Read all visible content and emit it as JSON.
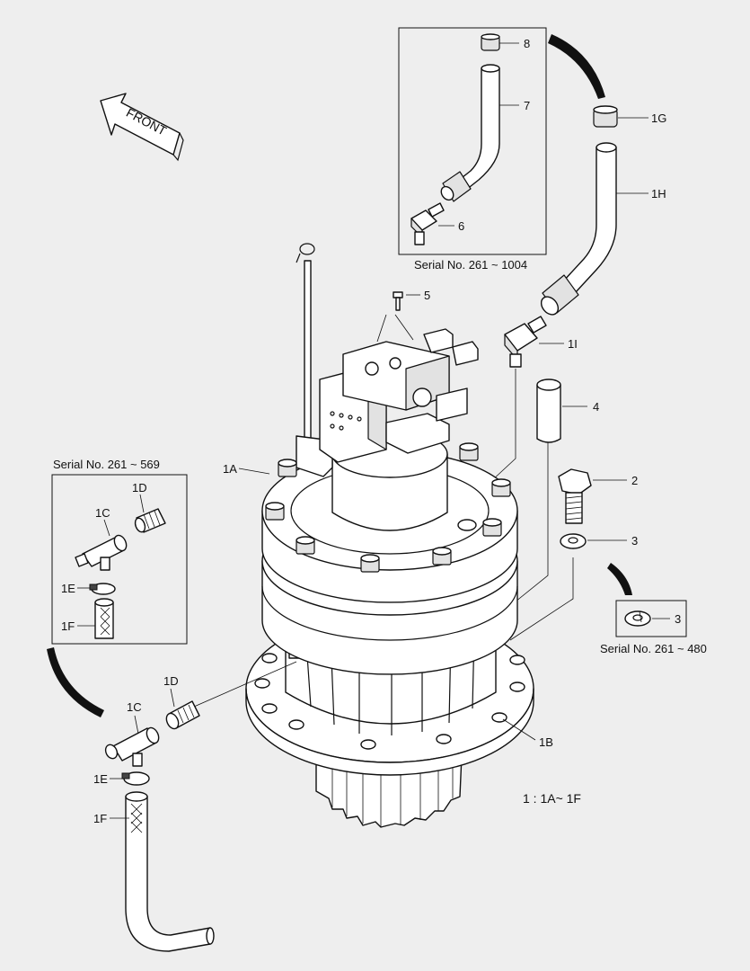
{
  "colors": {
    "background": "#eeeeee",
    "line": "#111111",
    "part_fill": "#ffffff"
  },
  "icons": {
    "front_arrow": "front-arrow-icon",
    "callout_arc": "curved-arrow-icon"
  },
  "direction": "FRONT",
  "callouts": {
    "p1A": "1A",
    "p1B": "1B",
    "p2": "2",
    "p3": "3",
    "p4": "4",
    "p5": "5",
    "p1G": "1G",
    "p1H": "1H",
    "p1I": "1I",
    "p6": "6",
    "p7": "7",
    "p8": "8",
    "p1C": "1C",
    "p1D": "1D",
    "p1E": "1E",
    "p1F": "1F",
    "inset_left_1C": "1C",
    "inset_left_1D": "1D",
    "inset_left_1E": "1E",
    "inset_left_1F": "1F",
    "inset_right_3": "3"
  },
  "insets": {
    "top": "Serial No. 261 ~ 1004",
    "left": "Serial No. 261 ~ 569",
    "right": "Serial No. 261 ~ 480"
  },
  "kit_note": "1 : 1A~ 1F"
}
